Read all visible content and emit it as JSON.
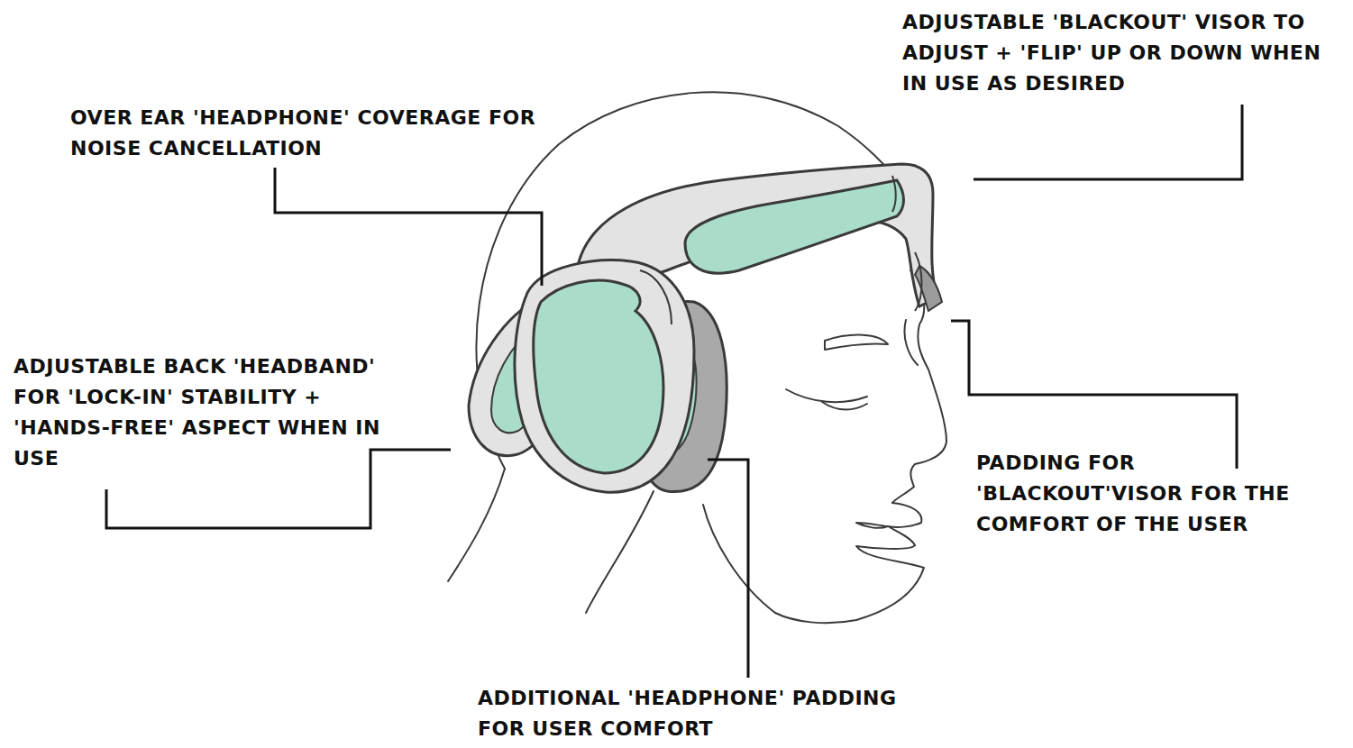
{
  "diagram": {
    "labels": [
      "ADJUSTABLE 'BLACKOUT' VISOR TO ADJUST + 'FLIP' UP OR DOWN WHEN IN USE AS DESIRED",
      "OVER EAR 'HEADPHONE' COVERAGE FOR NOISE CANCELLATION",
      "ADJUSTABLE BACK 'HEADBAND' FOR 'LOCK-IN' STABILITY + 'HANDS-FREE' ASPECT WHEN IN USE",
      "PADDING FOR 'BLACKOUT'VISOR FOR THE COMFORT OF THE USER",
      "ADDITIONAL 'HEADPHONE' PADDING FOR USER COMFORT"
    ]
  }
}
